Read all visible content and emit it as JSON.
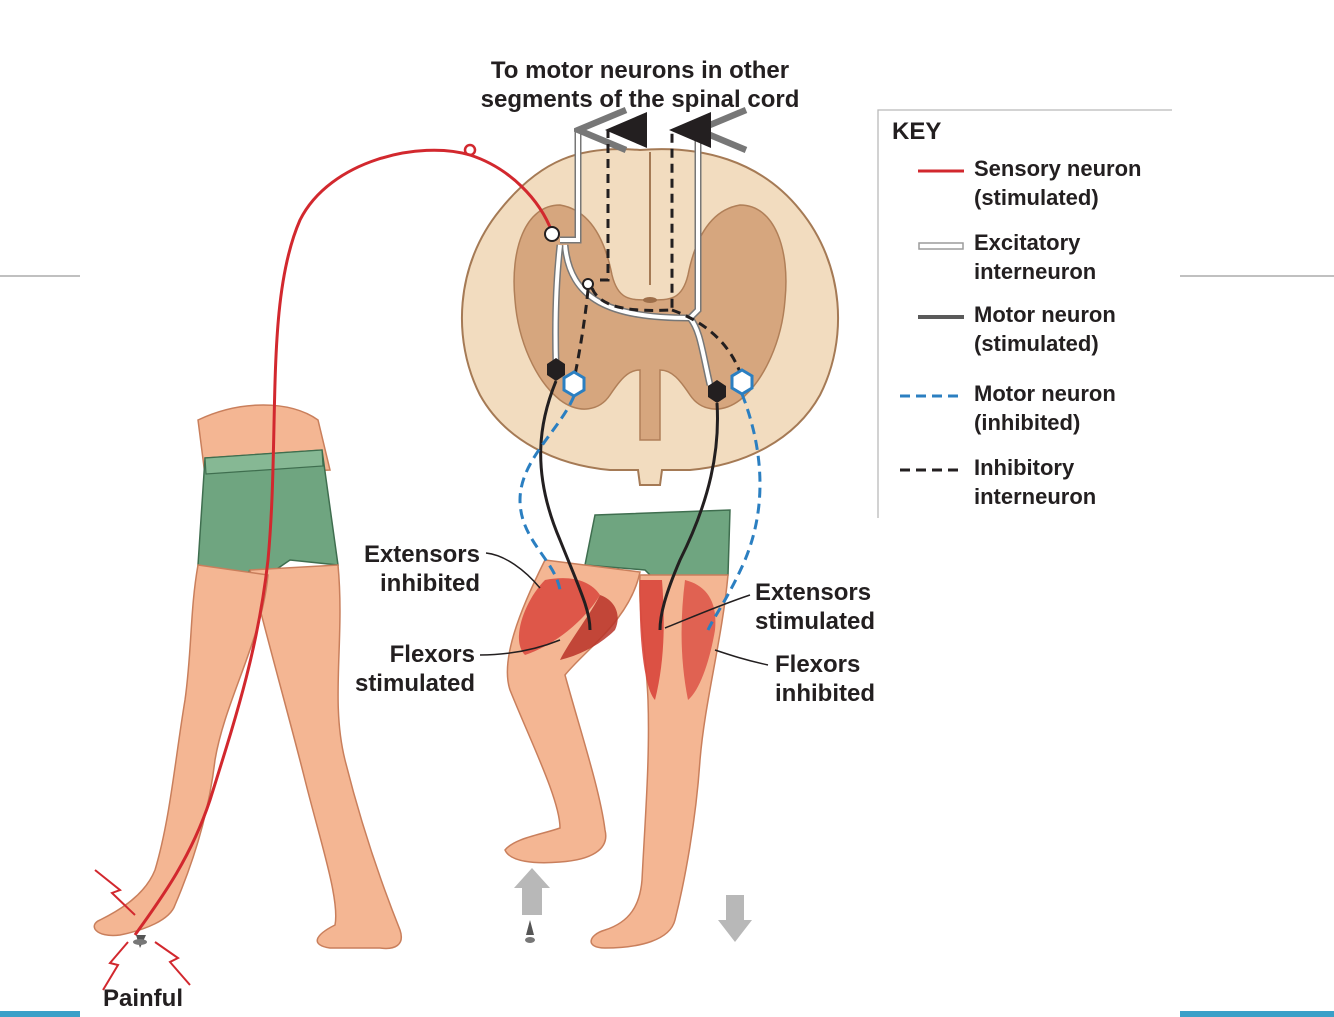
{
  "title_lines": [
    "To motor neurons in other",
    "segments of the spinal cord"
  ],
  "key": {
    "title": "KEY",
    "items": [
      {
        "lines": [
          "Sensory neuron",
          "(stimulated)"
        ],
        "style": "solid-red",
        "color": "#d2282e"
      },
      {
        "lines": [
          "Excitatory",
          "interneuron"
        ],
        "style": "hollow",
        "color": "#9c9c9c"
      },
      {
        "lines": [
          "Motor neuron",
          "(stimulated)"
        ],
        "style": "solid-dark",
        "color": "#5a5a5a"
      },
      {
        "lines": [
          "Motor neuron",
          "(inhibited)"
        ],
        "style": "dashed-blue",
        "color": "#2b7fc1"
      },
      {
        "lines": [
          "Inhibitory",
          "interneuron"
        ],
        "style": "dashed-black",
        "color": "#231f20"
      }
    ]
  },
  "labels": {
    "extensors_inhibited": [
      "Extensors",
      "inhibited"
    ],
    "flexors_stimulated": [
      "Flexors",
      "stimulated"
    ],
    "extensors_stimulated": [
      "Extensors",
      "stimulated"
    ],
    "flexors_inhibited": [
      "Flexors",
      "inhibited"
    ],
    "painful": "Painful"
  },
  "colors": {
    "skin": "#f4b693",
    "skin_shadow": "#e0906a",
    "shorts": "#6fa580",
    "cord_white": "#f2dcbf",
    "cord_gray": "#d6a67e",
    "muscle": "#d9463c",
    "accent_rule": "#3aa0c8"
  }
}
